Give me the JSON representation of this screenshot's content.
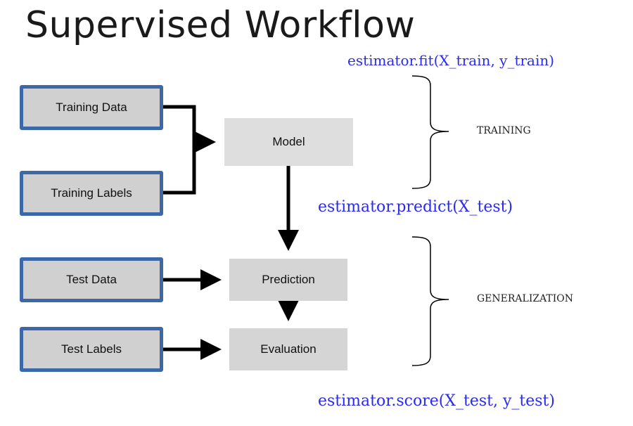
{
  "title": "Supervised Workflow",
  "code": {
    "fit": "estimator.fit(X_train, y_train)",
    "predict": "estimator.predict(X_test)",
    "score": "estimator.score(X_test, y_test)"
  },
  "phases": {
    "training": "TRAINING",
    "generalization": "GENERALIZATION"
  },
  "inputs": {
    "training_data": "Training Data",
    "training_labels": "Training Labels",
    "test_data": "Test Data",
    "test_labels": "Test Labels"
  },
  "stages": {
    "model": "Model",
    "prediction": "Prediction",
    "evaluation": "Evaluation"
  },
  "colors": {
    "code_blue": "#2b2bf0",
    "input_border": "#3d68a8",
    "box_fill": "#d0d0d0",
    "model_fill": "#dedede"
  }
}
